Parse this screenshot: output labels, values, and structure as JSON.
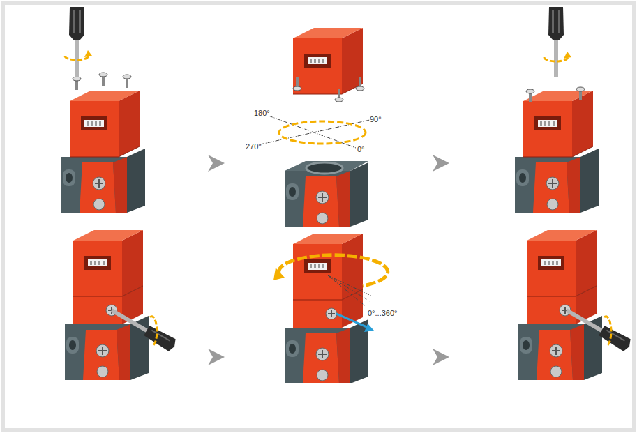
{
  "diagram": {
    "labels": [
      "180°",
      "90°",
      "270°",
      "0°",
      "0°...360°"
    ]
  }
}
